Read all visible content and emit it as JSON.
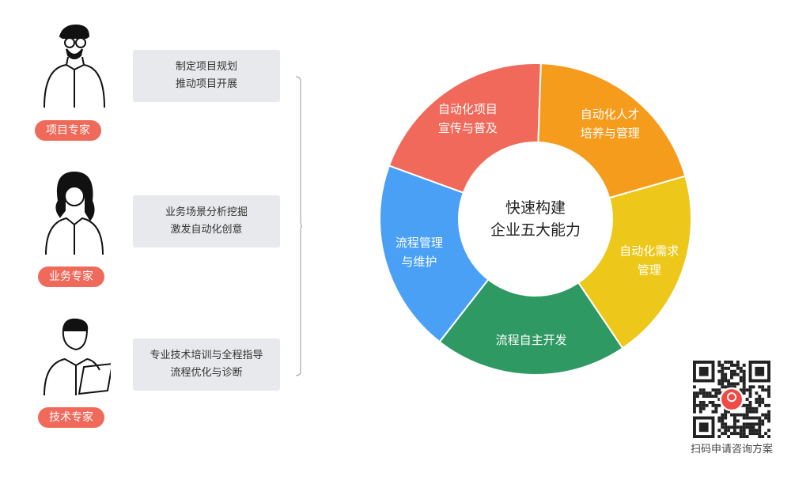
{
  "roles": [
    {
      "badge": "项目专家",
      "lines": [
        "制定项目规划",
        "推动项目开展"
      ]
    },
    {
      "badge": "业务专家",
      "lines": [
        "业务场景分析挖掘",
        "激发自动化创意"
      ]
    },
    {
      "badge": "技术专家",
      "lines": [
        "专业技术培训与全程指导",
        "流程优化与诊断"
      ]
    }
  ],
  "center": {
    "line1": "快速构建",
    "line2": "企业五大能力"
  },
  "segments": [
    {
      "lines": [
        "自动化项目",
        "宣传与普及"
      ],
      "color": "#f0695a"
    },
    {
      "lines": [
        "自动化人才",
        "培养与管理"
      ],
      "color": "#f59c1d"
    },
    {
      "lines": [
        "自动化需求",
        "管理"
      ],
      "color": "#edc81a"
    },
    {
      "lines": [
        "流程自主开发"
      ],
      "color": "#2f9964"
    },
    {
      "lines": [
        "流程管理",
        "与维护"
      ],
      "color": "#4aa0f5"
    }
  ],
  "qr": {
    "caption": "扫码申请咨询方案"
  }
}
